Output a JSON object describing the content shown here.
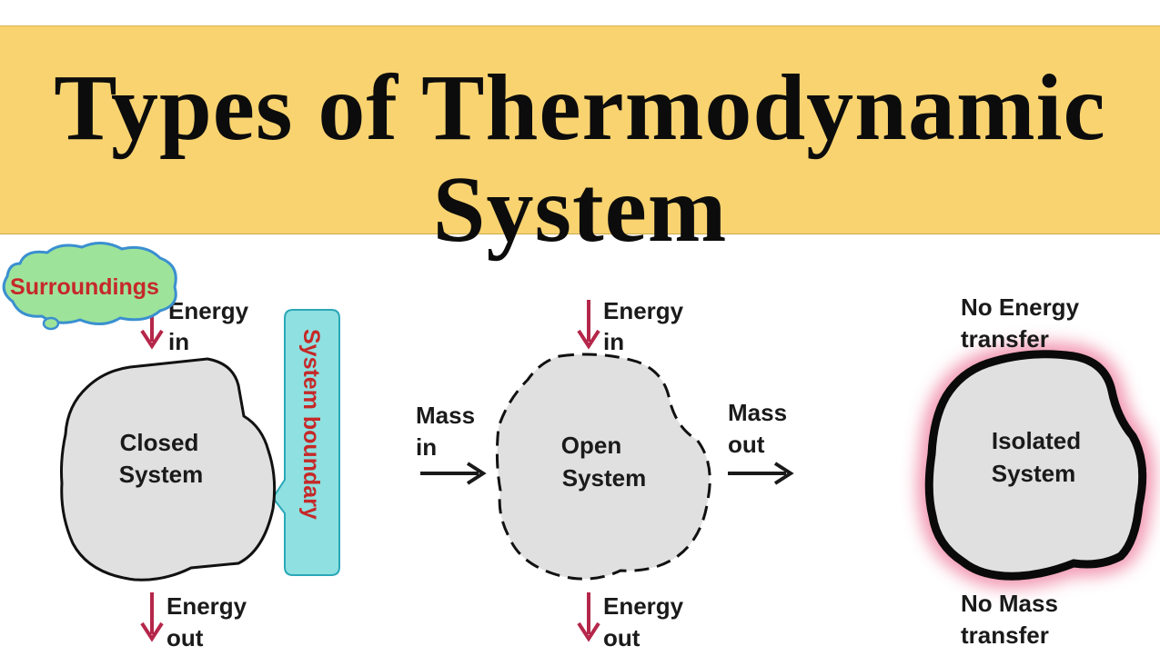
{
  "title": {
    "line1": "Types of Thermodynamic",
    "line2": "System"
  },
  "colors": {
    "banner": "#f9d370",
    "arrow_red": "#b5274a",
    "boundary_box": "#8fe0e0",
    "boundary_text": "#c62828",
    "cloud": "#9ee39a",
    "cloud_text": "#c62828",
    "system_fill": "#e0e0e0",
    "isolated_glow": "#f08aa8"
  },
  "surroundings": {
    "label": "Surroundings"
  },
  "boundary": {
    "label": "System boundary"
  },
  "closed": {
    "name_line1": "Closed",
    "name_line2": "System",
    "energy_in_line1": "Energy",
    "energy_in_line2": "in",
    "energy_out_line1": "Energy",
    "energy_out_line2": "out"
  },
  "open": {
    "name_line1": "Open",
    "name_line2": "System",
    "energy_in_line1": "Energy",
    "energy_in_line2": "in",
    "energy_out_line1": "Energy",
    "energy_out_line2": "out",
    "mass_in_line1": "Mass",
    "mass_in_line2": "in",
    "mass_out_line1": "Mass",
    "mass_out_line2": "out"
  },
  "isolated": {
    "name_line1": "Isolated",
    "name_line2": "System",
    "no_energy_line1": "No Energy",
    "no_energy_line2": "transfer",
    "no_mass_line1": "No Mass",
    "no_mass_line2": "transfer"
  }
}
